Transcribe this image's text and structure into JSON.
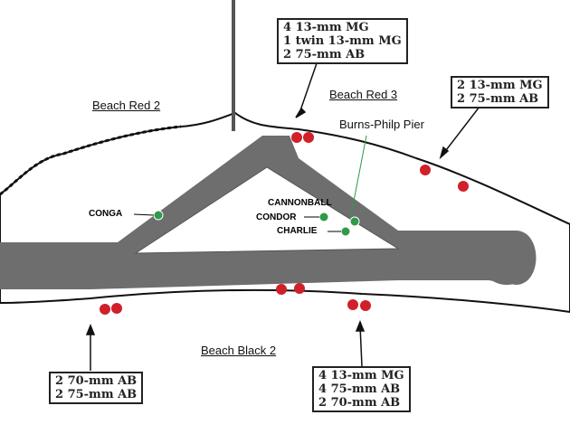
{
  "beaches": {
    "red2": "Beach Red 2",
    "red3": "Beach Red 3",
    "black2": "Beach Black 2"
  },
  "pier": "Burns-Philp Pier",
  "callouts": {
    "north_center": [
      "4  13-mm MG",
      "1  twin 13-mm MG",
      "2  75-mm AB"
    ],
    "north_east": [
      "2  13-mm MG",
      "2  75-mm AB"
    ],
    "south_west": [
      "2  70-mm AB",
      "2  75-mm AB"
    ],
    "south_center": [
      "4  13-mm MG",
      "4  75-mm AB",
      "2  70-mm AB"
    ]
  },
  "sites": {
    "conga": "CONGA",
    "cannonball": "CANNONBALL",
    "condor": "CONDOR",
    "charlie": "CHARLIE"
  },
  "colors": {
    "runway": "#6e6e6e",
    "red_marker": "#d0202a",
    "green_marker": "#2e9a4a"
  }
}
